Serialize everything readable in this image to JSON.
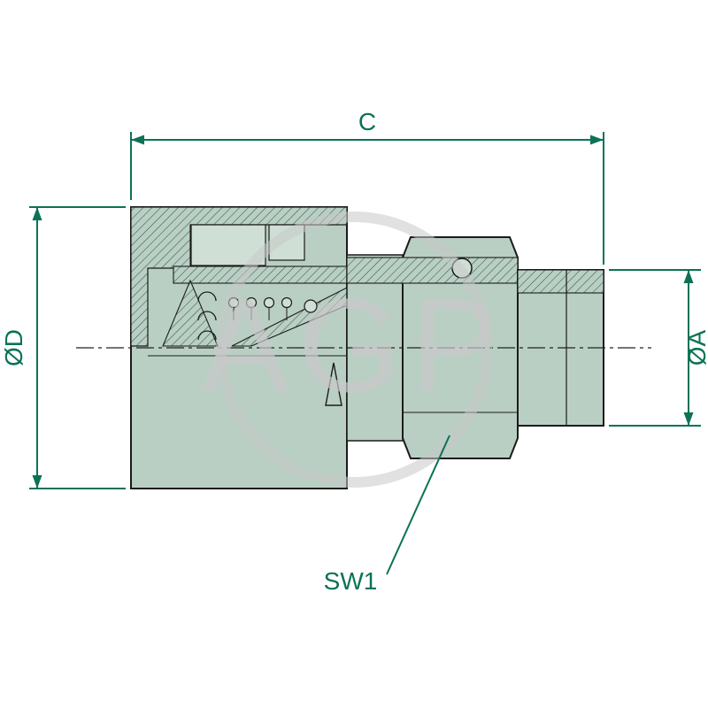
{
  "diagram": {
    "kind": "technical-drawing-cross-section",
    "labels": {
      "length_c": "C",
      "outer_diameter": "ØD",
      "thread_diameter": "ØA",
      "wrench_size": "SW1"
    },
    "watermark": "AGP",
    "colors": {
      "dimension": "#0b7257",
      "body_fill": "#b9cfc4",
      "body_fill_light": "#cfdfd5",
      "outline": "#1b1b1b",
      "hatch_line": "#33544a",
      "watermark": "#c9c9c9",
      "background": "#ffffff"
    }
  }
}
